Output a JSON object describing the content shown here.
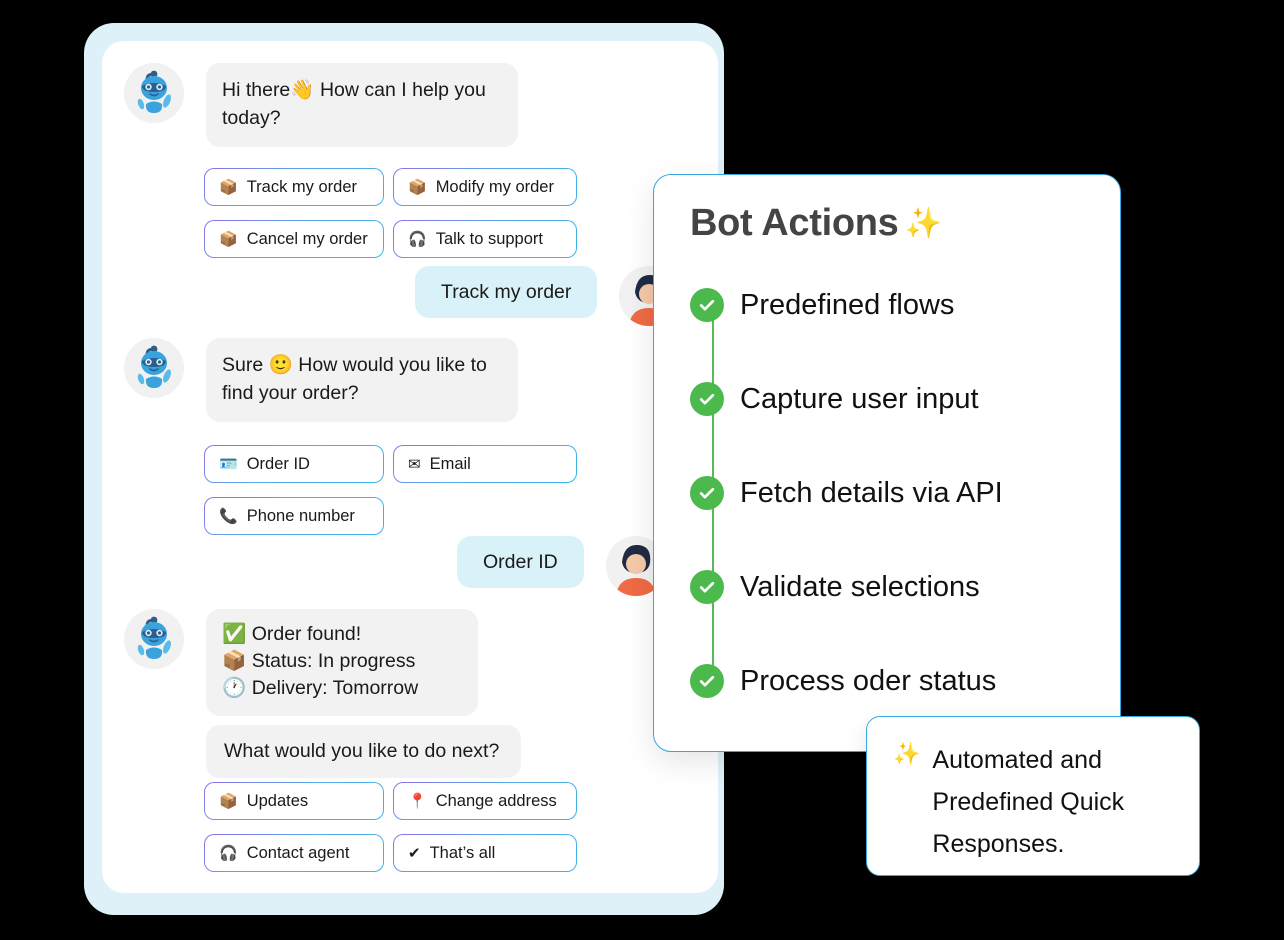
{
  "widget": {
    "name": "chat-widget",
    "accent": "#36a5e0",
    "frame_color": "#dff1f8",
    "bot_bubble_color": "#f2f2f2",
    "user_bubble_color": "#d9f2f9"
  },
  "conversation": [
    {
      "sender": "bot",
      "text": "Hi there👋 How can I help you today?"
    },
    {
      "sender": "user",
      "text": "Track my order"
    },
    {
      "sender": "bot",
      "text": "Sure 🙂 How would you like to find your order?"
    },
    {
      "sender": "user",
      "text": "Order ID"
    },
    {
      "sender": "bot",
      "text": "✅ Order found!\n📦 Status: In progress\n🕐 Delivery: Tomorrow"
    },
    {
      "sender": "bot",
      "text": "What would you like to do next?"
    }
  ],
  "order_status": {
    "found_line": "✅ Order found!",
    "status_line": "📦 Status: In progress",
    "delivery_line": "🕐 Delivery: Tomorrow",
    "found_text": "Order found!",
    "status_text": "Status: In progress",
    "delivery_text": "Delivery: Tomorrow"
  },
  "quick_replies_group_1": [
    {
      "label": "Track my order",
      "icon": "package-track-icon",
      "glyph": "📦"
    },
    {
      "label": "Modify my order",
      "icon": "package-edit-icon",
      "glyph": "📦"
    },
    {
      "label": "Cancel my order",
      "icon": "package-cancel-icon",
      "glyph": "📦"
    },
    {
      "label": "Talk to support",
      "icon": "headset-agent-icon",
      "glyph": "🎧"
    }
  ],
  "quick_replies_group_2": [
    {
      "label": "Order ID",
      "icon": "id-card-icon",
      "glyph": "🪪"
    },
    {
      "label": "Email",
      "icon": "envelope-icon",
      "glyph": "✉"
    },
    {
      "label": "Phone number",
      "icon": "phone-icon",
      "glyph": "📞"
    }
  ],
  "quick_replies_group_3": [
    {
      "label": "Updates",
      "icon": "package-update-icon",
      "glyph": "📦"
    },
    {
      "label": "Change address",
      "icon": "map-pin-icon",
      "glyph": "📍"
    },
    {
      "label": "Contact agent",
      "icon": "headset-agent-icon",
      "glyph": "🎧"
    },
    {
      "label": "That’s all",
      "icon": "check-circle-icon",
      "glyph": "✔"
    }
  ],
  "bot_actions_panel": {
    "title": "Bot Actions",
    "title_sparkle": "✨",
    "items": [
      {
        "label": "Predefined flows"
      },
      {
        "label": "Capture user input"
      },
      {
        "label": "Fetch details via API"
      },
      {
        "label": "Validate selections"
      },
      {
        "label": "Process oder status"
      }
    ],
    "check_color": "#4cb94c",
    "border_color": "#36a5e0"
  },
  "callout": {
    "sparkle": "✨",
    "text": "Automated and Predefined Quick Responses."
  }
}
